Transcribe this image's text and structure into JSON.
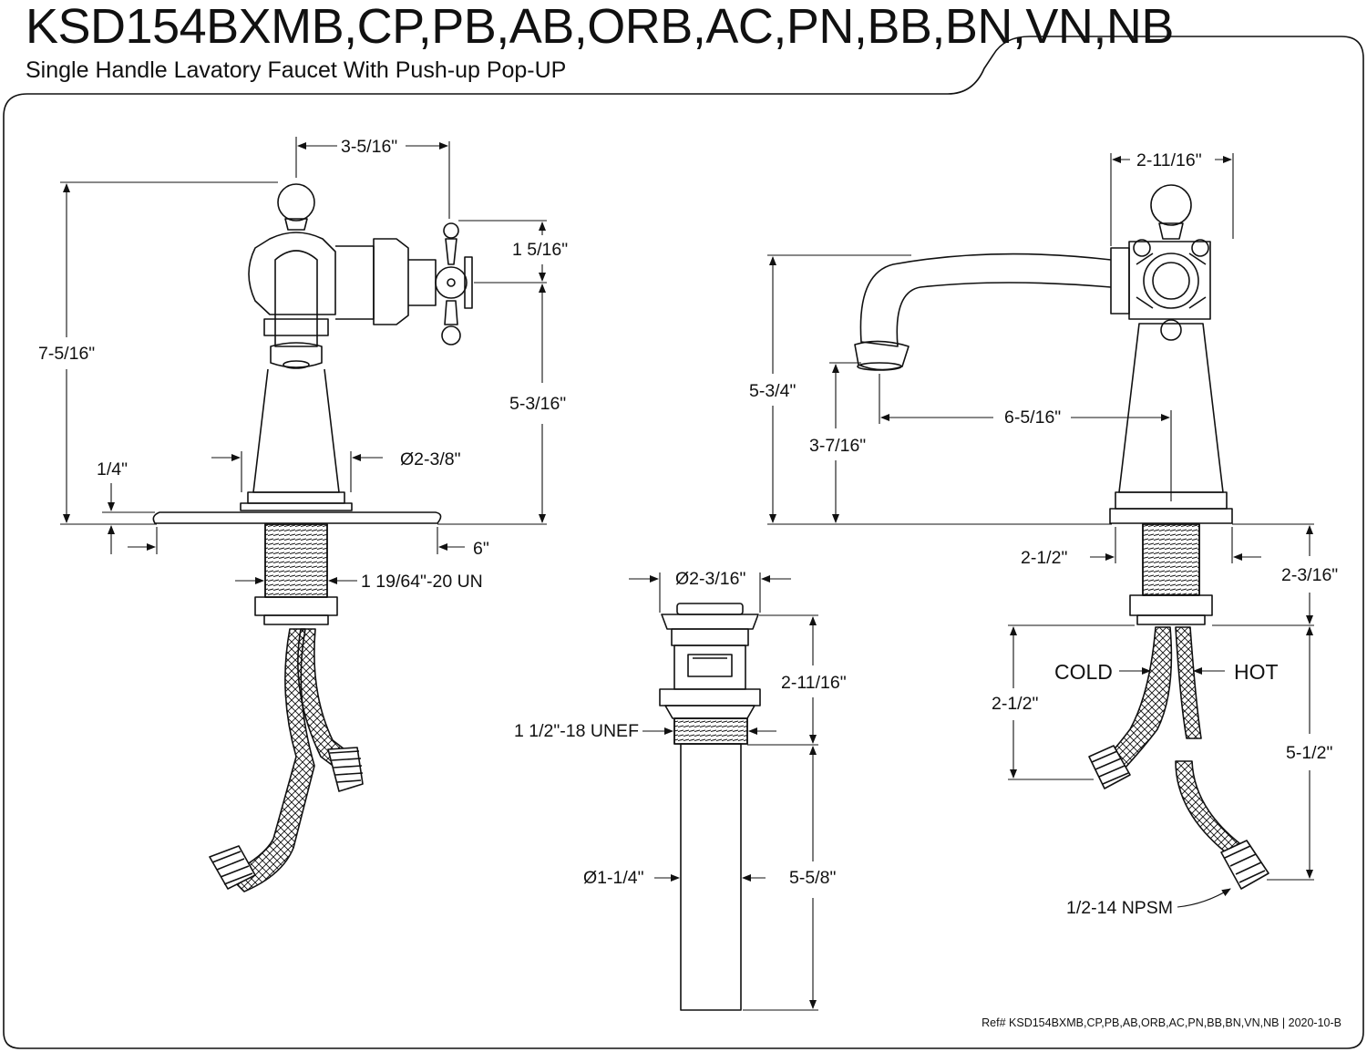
{
  "header": {
    "title": "KSD154BXMB,CP,PB,AB,ORB,AC,PN,BB,BN,VN,NB",
    "subtitle": "Single Handle Lavatory Faucet With Push-up Pop-UP"
  },
  "front_view": {
    "dim_handle_spread": "3-5/16\"",
    "dim_cross_height": "1 5/16\"",
    "dim_total_height": "7-5/16\"",
    "dim_body_height": "5-3/16\"",
    "dim_base_diameter": "Ø2-3/8\"",
    "dim_plate_thickness": "1/4\"",
    "dim_plate_width": "6\"",
    "dim_thread": "1 19/64\"-20 UN"
  },
  "drain_view": {
    "dim_flange_diameter": "Ø2-3/16\"",
    "dim_body_height": "2-11/16\"",
    "dim_thread": "1 1/2\"-18 UNEF",
    "dim_tail_diameter": "Ø1-1/4\"",
    "dim_tail_length": "5-5/8\""
  },
  "side_view": {
    "dim_handle_width": "2-11/16\"",
    "dim_spout_height": "5-3/4\"",
    "dim_outlet_height": "3-7/16\"",
    "dim_spout_reach": "6-5/16\"",
    "dim_base_width": "2-1/2\"",
    "dim_shank_length": "2-3/16\"",
    "label_cold": "COLD",
    "label_hot": "HOT",
    "dim_hose_upper": "2-1/2\"",
    "dim_hose_total": "5-1/2\"",
    "dim_hose_fitting": "1/2-14 NPSM"
  },
  "footer": {
    "ref": "Ref# KSD154BXMB,CP,PB,AB,ORB,AC,PN,BB,BN,VN,NB | 2020-10-B"
  },
  "colors": {
    "ink": "#111111",
    "background": "#ffffff"
  }
}
